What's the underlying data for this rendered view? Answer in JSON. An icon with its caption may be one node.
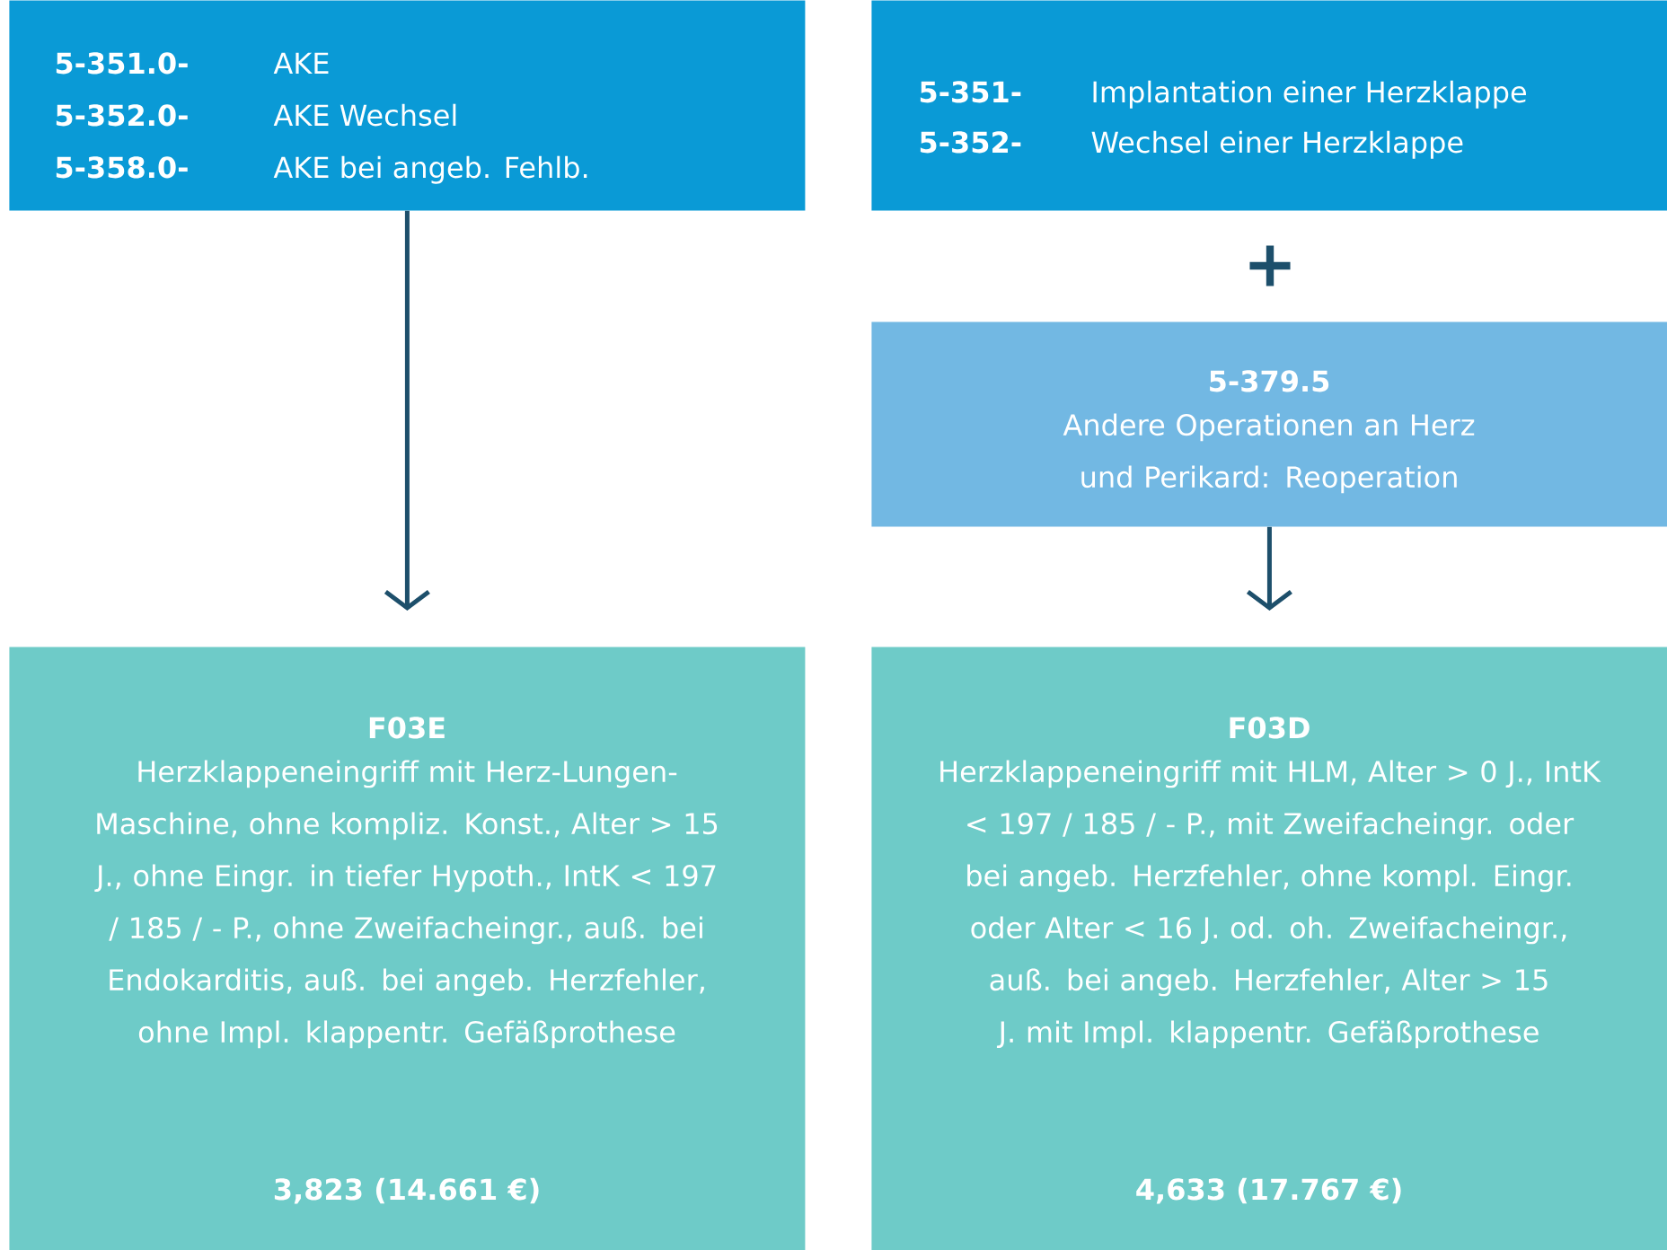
{
  "diagram": {
    "nodes": [
      {
        "text": [
          "5-351.0-",
          "AKE",
          "5-352.0-",
          "AKE Wechsel",
          "5-358.0-",
          "AKE bei angeb. Fehlb."
        ]
      },
      {
        "text": [
          "5-351-",
          "Implantation einer Herzklappe",
          "5-352-",
          "Wechsel einer Herzklappe"
        ]
      },
      {
        "text": [
          "5-379.5",
          "Andere Operationen an Herz und Perikard: Reoperation"
        ]
      },
      {
        "text": [
          "F03E",
          "Herzklappeneingriff mit Herz-Lungen-Maschine, ohne kompliz. Konst., Alter > 15 J., ohne Eingr. in tiefer Hypoth., IntK < 197 / 185 / - P., ohne Zweifacheingr., auß. bei Endokarditis, auß. bei angeb. Herzfehler, ohne Impl. klappentr. Gefäßprothese",
          "3,823 (14.661 €)"
        ]
      },
      {
        "text": [
          "F03D",
          "Herzklappeneingriff mit HLM, Alter > 0 J., IntK < 197 / 185 / - P., mit Zweifacheingr. oder bei angeb. Herzfehler, ohne kompl. Eingr. oder Alter < 16 J. od. oh. Zweifacheingr., auß. bei angeb. Herzfehler, Alter > 15 J. mit Impl. klappentr. Gefäßprothese",
          "4,633 (17.767 €)"
        ]
      }
    ],
    "edges": [
      {
        "from": 0,
        "to": 3,
        "arrow": "to"
      },
      {
        "from": 2,
        "to": 4,
        "arrow": "to"
      }
    ],
    "labels": [
      "+"
    ]
  }
}
